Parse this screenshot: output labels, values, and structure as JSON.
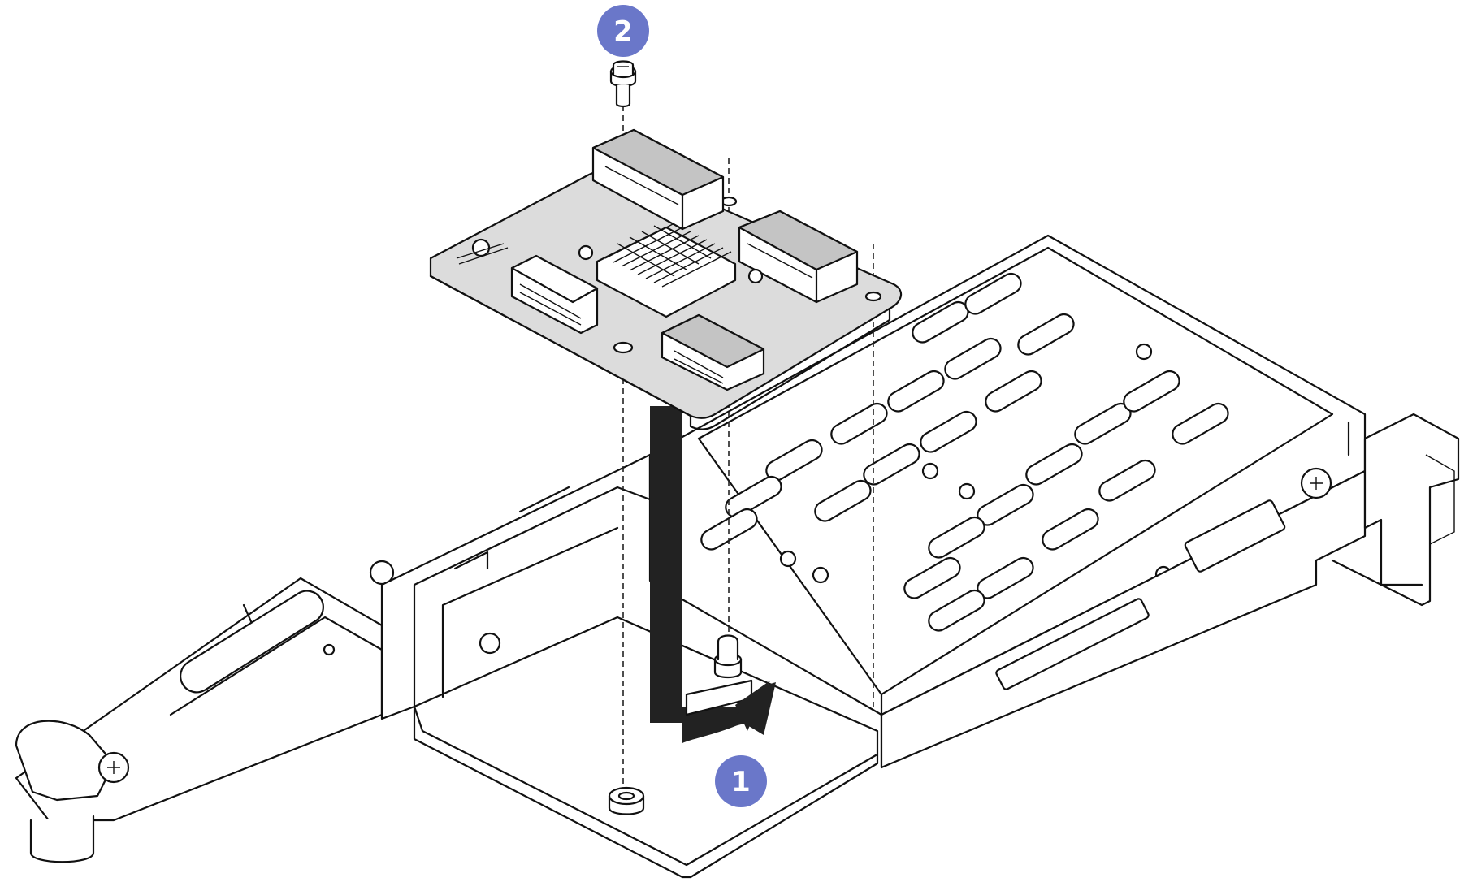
{
  "callouts": [
    {
      "label": "1",
      "step": "lower-adapter-onto-cage"
    },
    {
      "label": "2",
      "step": "install-screw"
    }
  ],
  "colors": {
    "callout": "#6a77c9",
    "line": "#111111",
    "pcb": "#dcdcdc",
    "arrow": "#111111"
  },
  "icons": [
    "screw-icon",
    "install-direction-arrow",
    "alignment-guide-line"
  ]
}
